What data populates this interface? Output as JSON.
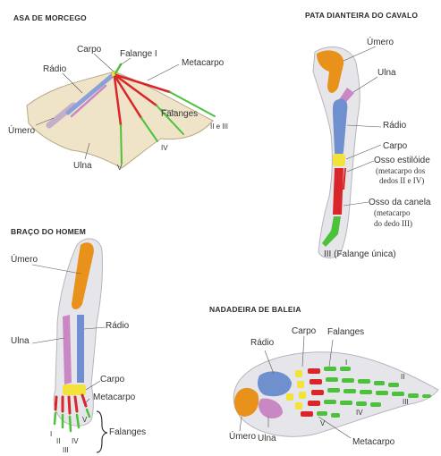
{
  "bat": {
    "title": "ASA DE MORCEGO",
    "labels": {
      "carpo": "Carpo",
      "falange1": "Falange I",
      "radio": "Rádio",
      "metacarpo": "Metacarpo",
      "umero": "Úmero",
      "falanges": "Falanges",
      "iieiii": "II e III",
      "iv": "IV",
      "ulna": "Ulna",
      "v": "V"
    }
  },
  "horse": {
    "title": "PATA DIANTEIRA DO CAVALO",
    "labels": {
      "umero": "Úmero",
      "ulna": "Ulna",
      "radio": "Rádio",
      "carpo": "Carpo",
      "osso_estiloide": "Osso estilóide",
      "estiloide_note1": "(metacarpo dos",
      "estiloide_note2": "dedos II e IV)",
      "osso_canela": "Osso da canela",
      "canela_note1": "(metacarpo",
      "canela_note2": "do dedo III)",
      "falange_unica": "III (Falange única)"
    }
  },
  "human": {
    "title": "BRAÇO DO HOMEM",
    "labels": {
      "umero": "Úmero",
      "radio": "Rádio",
      "ulna": "Ulna",
      "carpo": "Carpo",
      "metacarpo": "Metacarpo",
      "falanges": "Falanges",
      "v": "V",
      "i": "I",
      "ii": "II",
      "iv": "IV",
      "iii": "III"
    }
  },
  "whale": {
    "title": "NADADEIRA DE BALEIA",
    "labels": {
      "radio": "Rádio",
      "carpo": "Carpo",
      "falanges": "Falanges",
      "i": "I",
      "ii": "II",
      "iii": "III",
      "iv": "IV",
      "v": "V",
      "umero": "Úmero",
      "ulna": "Ulna",
      "metacarpo": "Metacarpo"
    }
  },
  "colors": {
    "umero": "#e8921c",
    "radio": "#6f8fcf",
    "ulna": "#c987c4",
    "carpo": "#f2e23a",
    "metacarpo": "#d8262a",
    "falanges": "#4cc23a",
    "membrane": "#efe3c8",
    "skin": "#e6e6ea"
  }
}
